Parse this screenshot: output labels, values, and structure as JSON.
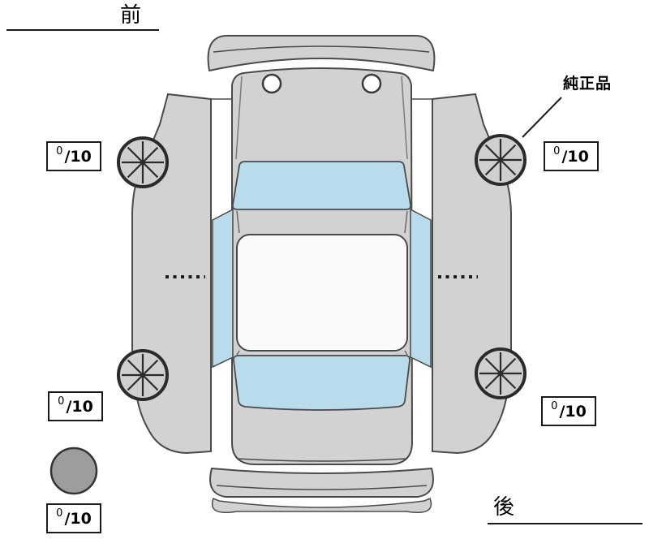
{
  "diagram": {
    "labels": {
      "front": "前",
      "rear": "後",
      "genuine_part": "純正品"
    },
    "tire_scores": {
      "front_left": {
        "value": "0",
        "denom": "/10"
      },
      "front_right": {
        "value": "0",
        "denom": "/10"
      },
      "rear_left": {
        "value": "0",
        "denom": "/10"
      },
      "rear_right": {
        "value": "0",
        "denom": "/10"
      },
      "spare": {
        "value": "0",
        "denom": "/10"
      }
    }
  },
  "colors": {
    "background": "#ffffff",
    "body": "#d2d2d2",
    "glass": "#b9dcec",
    "roof": "#fafafa",
    "outline": "#4a4a4a",
    "wheel_fill": "#cfcfcf",
    "spare_fill": "#9d9d9d",
    "line": "#1a1a1a"
  }
}
